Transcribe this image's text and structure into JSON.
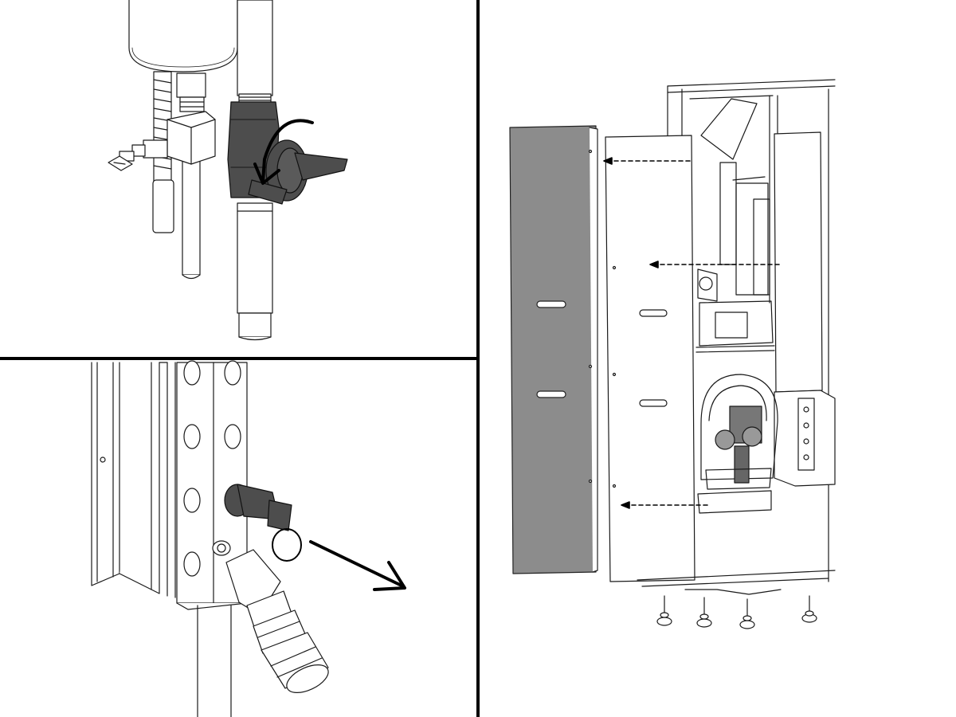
{
  "figure": {
    "panels": [
      {
        "id": "panel-top-left",
        "step": "close-ball-valve",
        "action": "rotate-lever"
      },
      {
        "id": "panel-bottom-left",
        "step": "disconnect-quick-coupling",
        "action": "pull-out"
      },
      {
        "id": "panel-right",
        "step": "remove-side-panels",
        "action": "slide-left"
      }
    ],
    "colors": {
      "line": "#1a1a1a",
      "highlight_part": "#4d4d4d",
      "panel_gray": "#8c8c8c",
      "background": "#ffffff"
    },
    "icons": [
      "curved-arrow-icon",
      "straight-arrow-icon",
      "dashed-arrow-icon"
    ]
  }
}
